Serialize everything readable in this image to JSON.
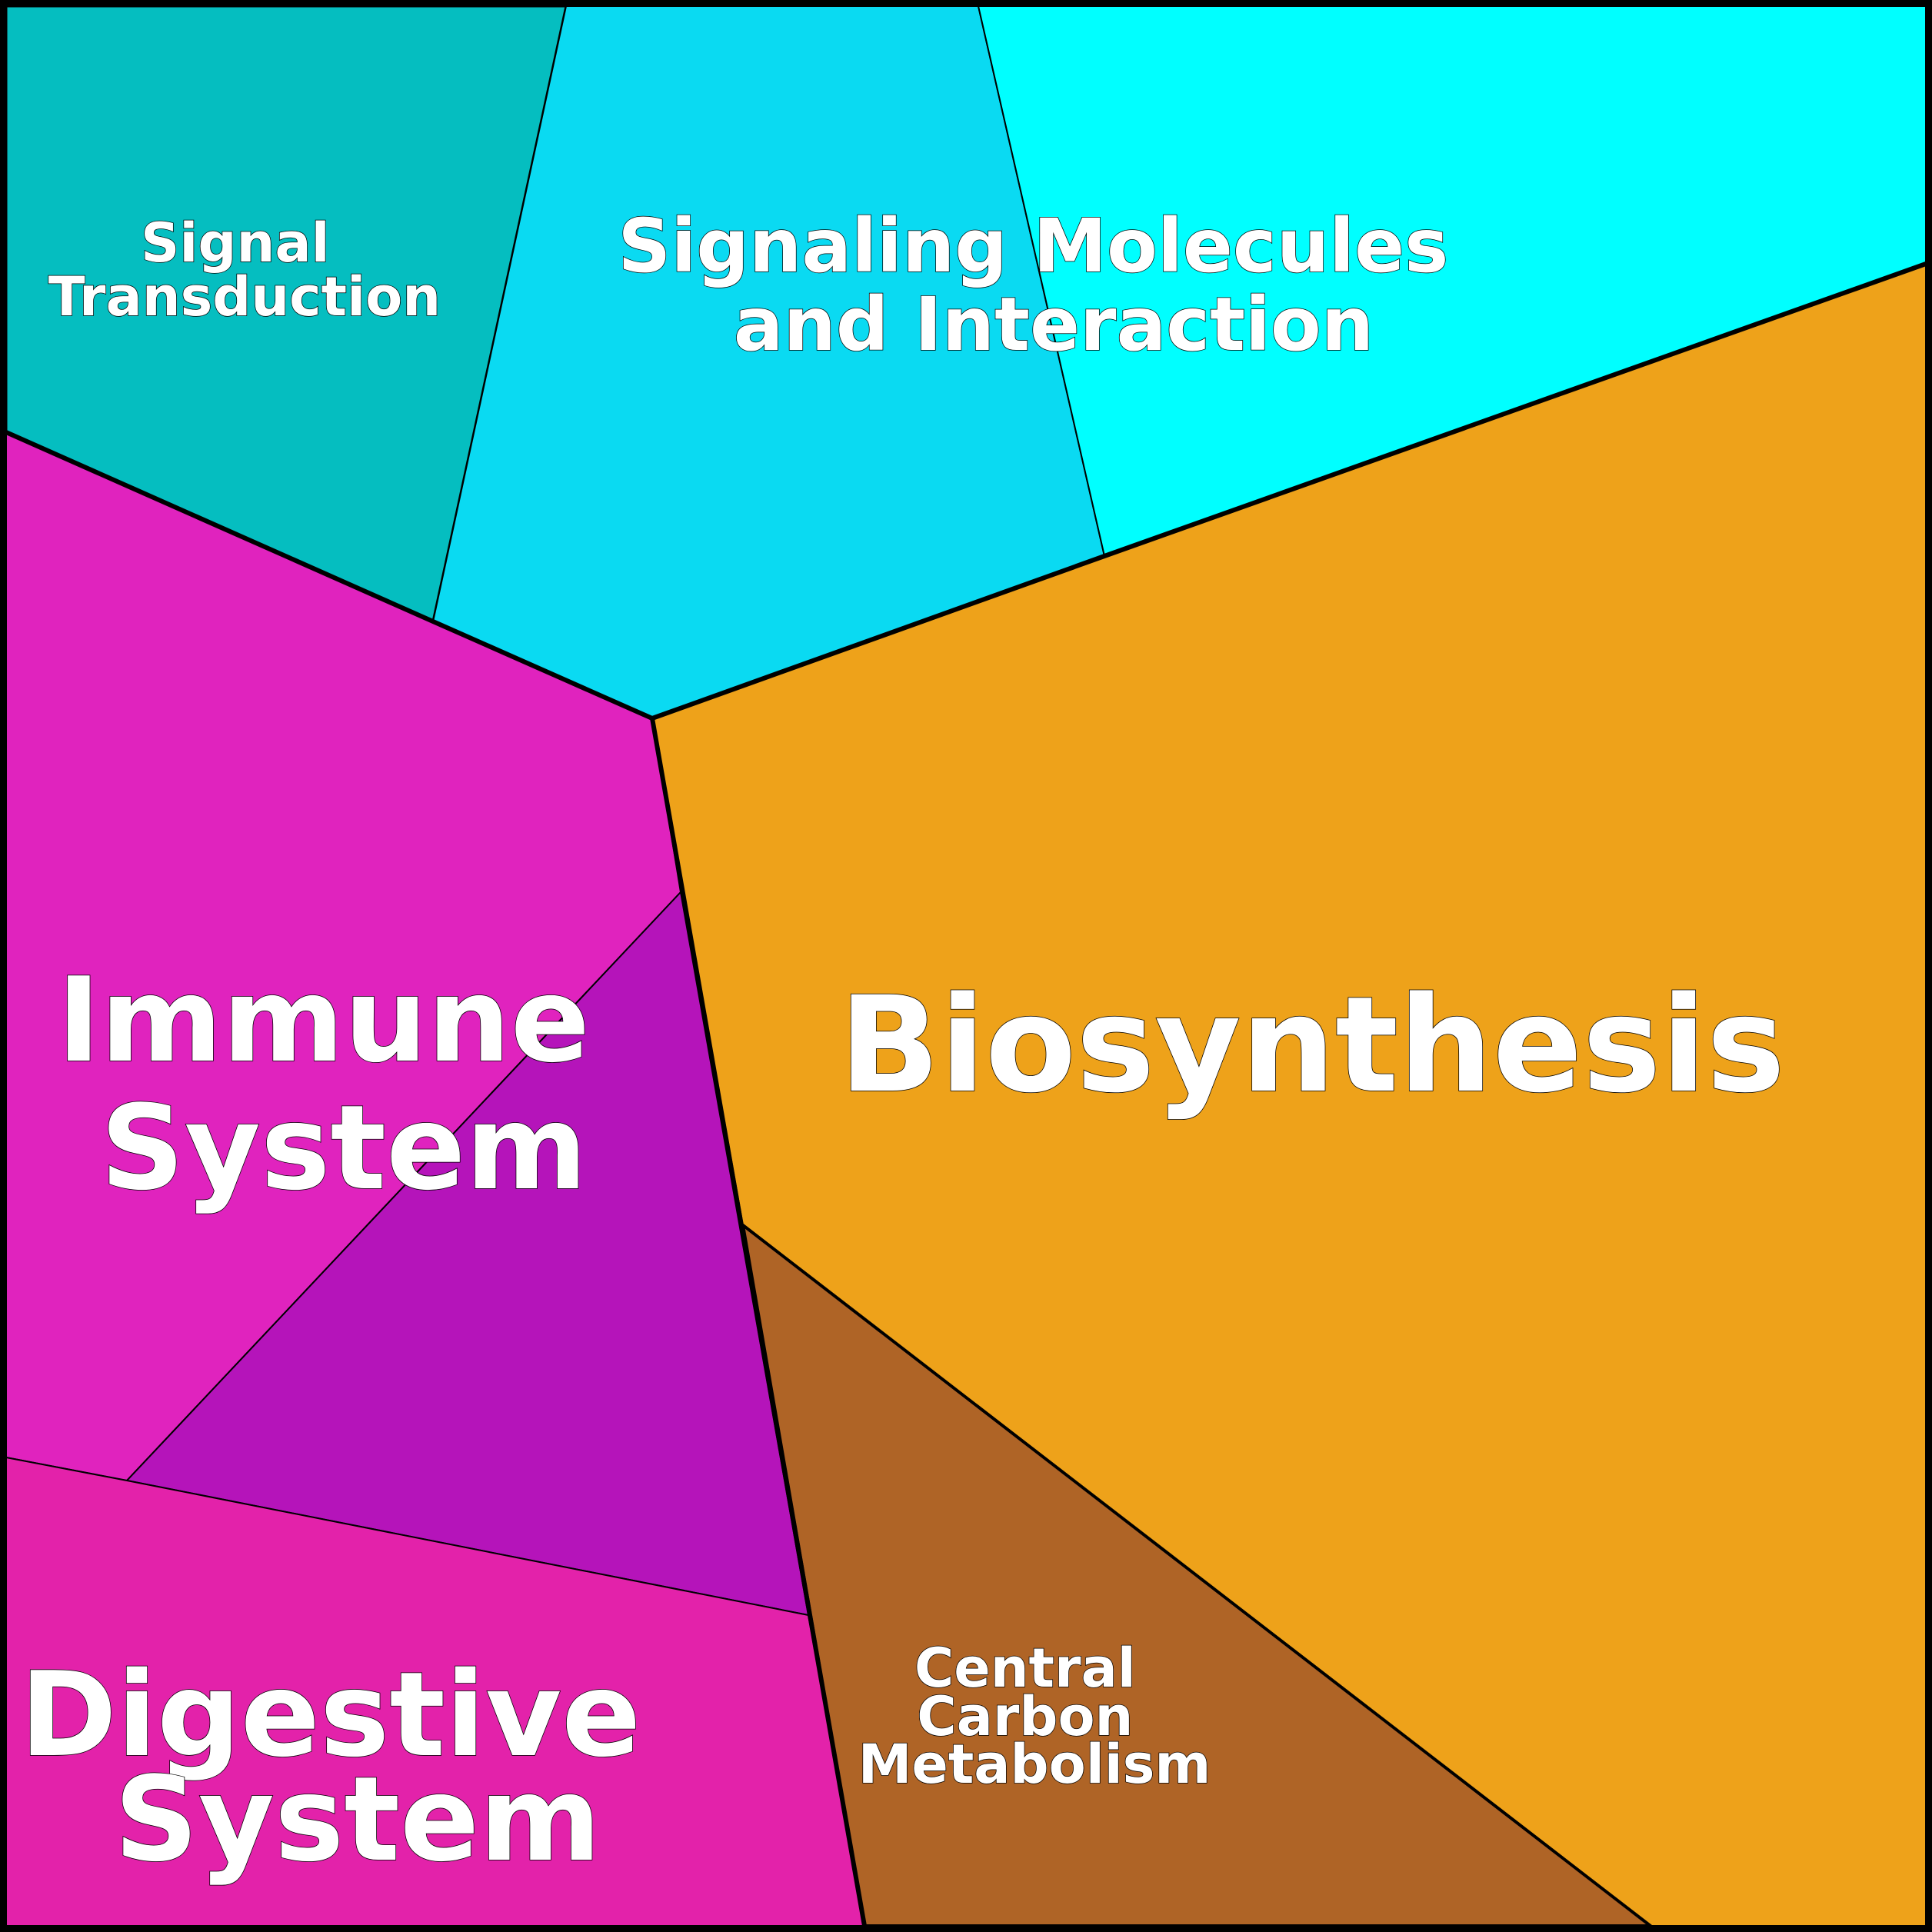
{
  "diagram": {
    "regions": [
      {
        "id": "signal-transduction",
        "label_lines": [
          "Signal",
          "Transduction"
        ],
        "color": "#05BEC0"
      },
      {
        "id": "signaling-molecules",
        "label_lines": [
          "Signaling Molecules",
          "and Interaction"
        ],
        "color": "#0ADAF2"
      },
      {
        "id": "signaling-molecules-right",
        "label_lines": [],
        "color": "#00FFFF"
      },
      {
        "id": "immune-system",
        "label_lines": [
          "Immune",
          "System"
        ],
        "color": "#E023BE"
      },
      {
        "id": "immune-system-sub",
        "label_lines": [],
        "color": "#B514BA"
      },
      {
        "id": "digestive-system",
        "label_lines": [
          "Digestive",
          "System"
        ],
        "color": "#E322AA"
      },
      {
        "id": "biosynthesis",
        "label_lines": [
          "Biosynthesis"
        ],
        "color": "#EEA21A"
      },
      {
        "id": "central-carbon-metabolism",
        "label_lines": [
          "Central",
          "Carbon",
          "Metabolism"
        ],
        "color": "#AF6426"
      }
    ]
  }
}
